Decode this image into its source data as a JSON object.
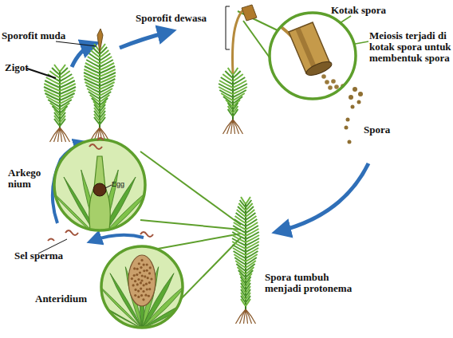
{
  "diagram": {
    "labels": [
      "Sporofit dewasa",
      "Kotak spora",
      "Meiosis terjadi di kotak spora untuk membentuk spora",
      "Sporofit muda",
      "Zigot",
      "Spora",
      "Arkego nium",
      "Egg",
      "Sel sperma",
      "Anteridium",
      "Spora tumbuh menjadi protonema"
    ]
  }
}
